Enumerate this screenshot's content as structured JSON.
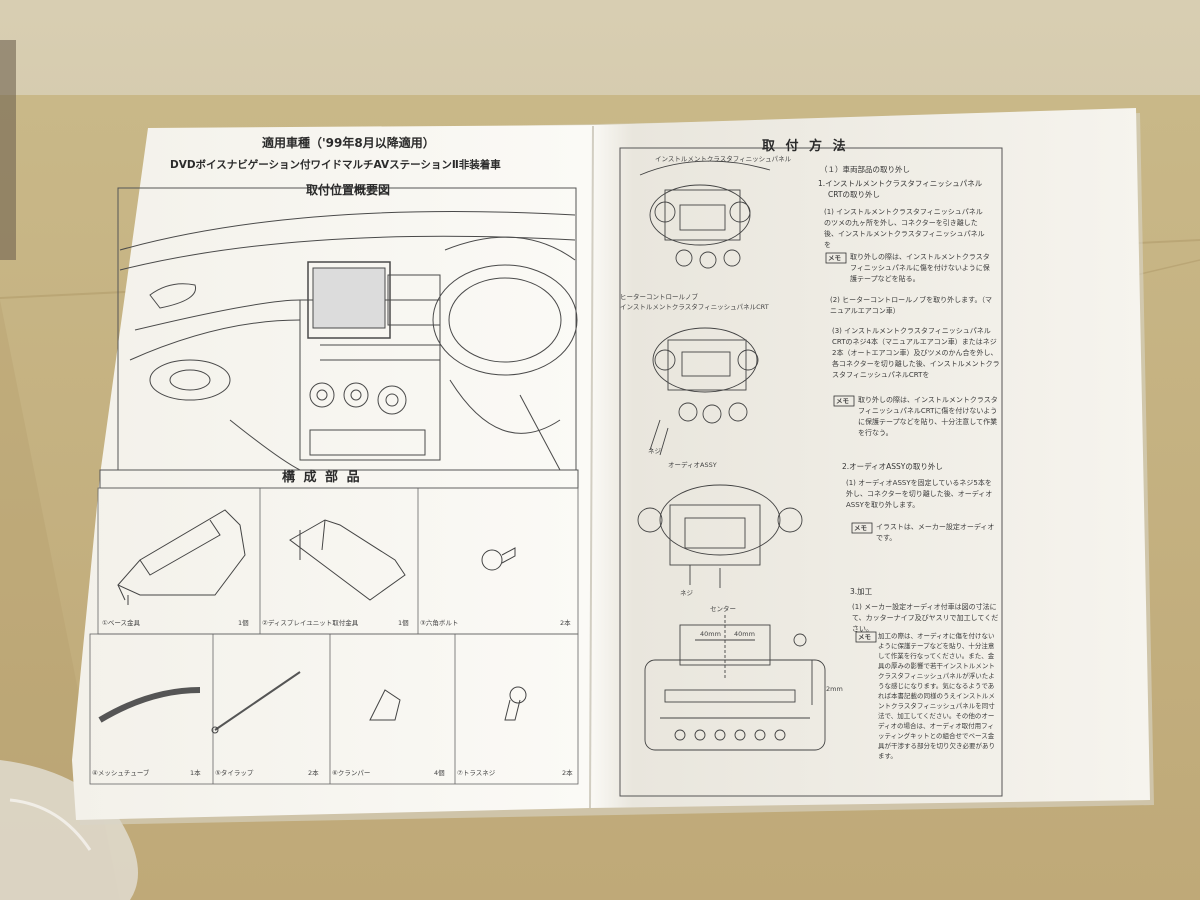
{
  "left_page": {
    "header_line1": "適用車種（'99年8月以降適用）",
    "header_line2": "DVDボイスナビゲーション付ワイドマルチAVステーションⅡ非装着車",
    "diagram_title": "取付位置概要図",
    "parts_title": "構 成 部 品",
    "parts": [
      {
        "name": "①ベース金具",
        "qty": "1個"
      },
      {
        "name": "②ディスプレイユニット取付金具",
        "qty": "1個"
      },
      {
        "name": "③六角ボルト",
        "qty": "2本"
      },
      {
        "name": "④メッシュチューブ",
        "qty": "1本"
      },
      {
        "name": "⑤タイラップ",
        "qty": "2本"
      },
      {
        "name": "⑥クランパー",
        "qty": "4個"
      },
      {
        "name": "⑦トラスネジ",
        "qty": "2本"
      }
    ]
  },
  "right_page": {
    "title": "取 付 方 法",
    "fig_labels": {
      "panel": "インストルメントクラスタフィニッシュパネル",
      "heater": "ヒーターコントロールノブ",
      "panel_crt": "インストルメントクラスタフィニッシュパネルCRT",
      "screw": "ネジ",
      "audio": "オーディオASSY",
      "center": "センター",
      "dim_40a": "40mm",
      "dim_40b": "40mm",
      "dim_2": "2mm"
    },
    "section1": {
      "heading": "（１）車両部品の取り外し",
      "sub1": "1.インストルメントクラスタフィニッシュパネル",
      "sub1b": "CRTの取り外し",
      "step1": "(1) インストルメントクラスタフィニッシュパネルのツメの九ヶ所を外し、コネクターを引き離した後、インストルメントクラスタフィニッシュパネルを",
      "memo1": "取り外しの際は、インストルメントクラスタフィニッシュパネルに傷を付けないように保護テープなどを貼る。",
      "step2": "(2) ヒーターコントロールノブを取り外します。（マニュアルエアコン車）",
      "step3": "(3) インストルメントクラスタフィニッシュパネルCRTのネジ4本（マニュアルエアコン車）またはネジ2本（オートエアコン車）及びツメのかん合を外し、各コネクターを切り離した後、インストルメントクラスタフィニッシュパネルCRTを",
      "memo2": "取り外しの際は、インストルメントクラスタフィニッシュパネルCRTに傷を付けないように保護テープなどを貼り、十分注意して作業を行なう。"
    },
    "section2": {
      "heading": "2.オーディオASSYの取り外し",
      "step1": "(1) オーディオASSYを固定しているネジ5本を外し、コネクターを切り離した後、オーディオASSYを取り外します。",
      "memo": "イラストは、メーカー設定オーディオです。"
    },
    "section3": {
      "heading": "3.加工",
      "step1": "(1) メーカー設定オーディオ付車は図の寸法にて、カッターナイフ及びヤスリで加工してください。",
      "memo": "加工の際は、オーディオに傷を付けないように保護テープなどを貼り、十分注意して作業を行なってください。また、金具の厚みの影響で若干インストルメントクラスタフィニッシュパネルが浮いたような感じになります。気になるようであれば本書記載の同様のうえインストルメントクラスタフィニッシュパネルを同寸法で、加工してください。その他のオーディオの場合は、オーディオ取付用フィッティングキットとの組合せでベース金具が干渉する部分を切り欠き必要があります。"
    },
    "memo_label": "メモ"
  }
}
